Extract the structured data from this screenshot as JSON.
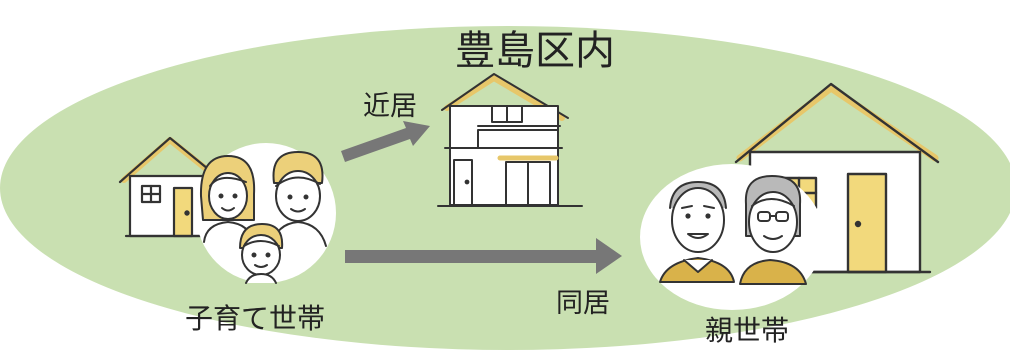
{
  "diagram": {
    "region_label": "豊島区内",
    "arrow_near_label": "近居",
    "arrow_cohabit_label": "同居",
    "child_household_label": "子育て世帯",
    "parent_household_label": "親世帯"
  },
  "colors": {
    "region_fill": "#c9e0b1",
    "roof_accent": "#e7c76a",
    "door_fill": "#f2d97c",
    "house_line": "#333333",
    "house_wall": "#ffffff",
    "arrow": "#777777",
    "hair_young": "#ecd07a",
    "hair_old": "#b9b9b9",
    "shirt": "#d9b24a"
  },
  "icons": [
    "small-house-icon",
    "two-story-house-icon",
    "large-house-icon",
    "young-family-icon",
    "elderly-couple-icon",
    "arrow-right-icon"
  ]
}
